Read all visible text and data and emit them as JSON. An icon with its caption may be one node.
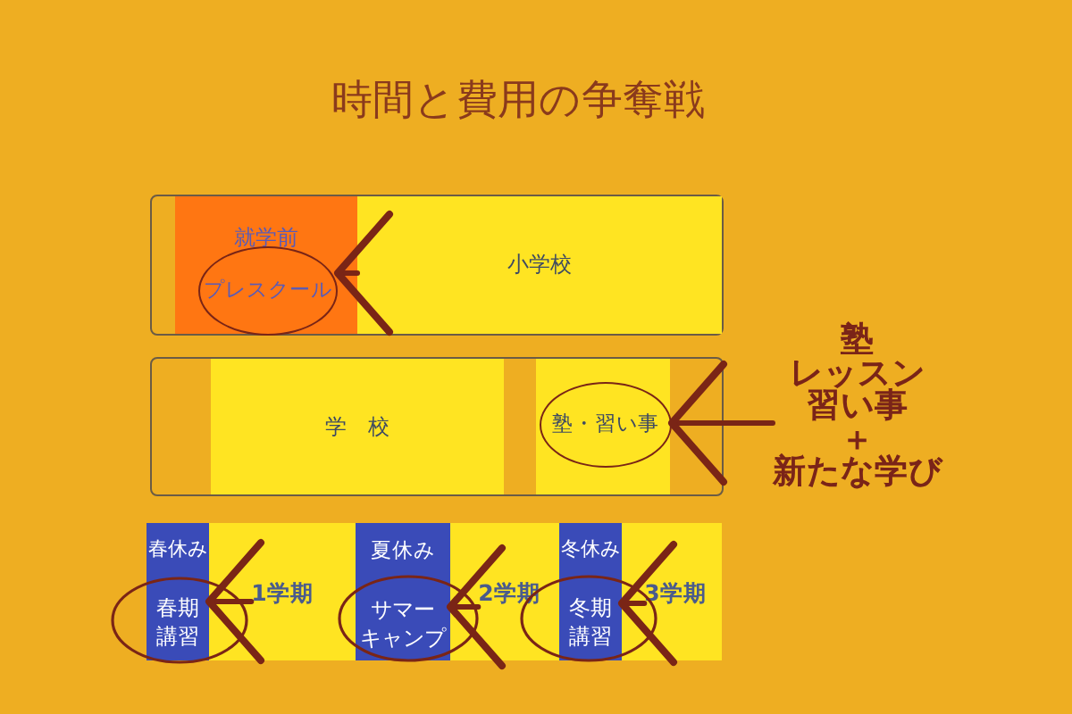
{
  "diagram": {
    "title": "時間と費用の争奪戦",
    "nodes": [
      {
        "text": [],
        "shape": "box"
      },
      {
        "text": [
          "就学前"
        ],
        "in": 0
      },
      {
        "text": [
          "プレスクール"
        ],
        "in": 1
      },
      {
        "text": [
          "小学校"
        ],
        "in": 0
      },
      {
        "text": [],
        "shape": "box"
      },
      {
        "text": [
          "学　校"
        ],
        "in": 4
      },
      {
        "text": [],
        "shape": "box",
        "in": 4
      },
      {
        "text": [
          "塾・習い事"
        ],
        "in": 6
      },
      {
        "text": [
          "塾",
          "レッスン",
          "習い事",
          "＋",
          "新たな学び"
        ]
      },
      {
        "text": [],
        "shape": "bar"
      },
      {
        "text": [
          "春休み",
          "春期講習"
        ],
        "in": 9
      },
      {
        "text": [
          "1学期"
        ],
        "in": 9
      },
      {
        "text": [
          "夏休み",
          "サマーキャンプ"
        ],
        "in": 9
      },
      {
        "text": [
          "2学期"
        ],
        "in": 9
      },
      {
        "text": [
          "冬休み",
          "冬期講習"
        ],
        "in": 9
      },
      {
        "text": [
          "3学期"
        ],
        "in": 9
      }
    ],
    "edges": [
      {
        "from": 3,
        "to": 2,
        "arrow": "to"
      },
      {
        "from": 8,
        "to": 7,
        "arrow": "to"
      },
      {
        "from": 11,
        "to": 10,
        "arrow": "to"
      },
      {
        "from": 13,
        "to": 12,
        "arrow": "to"
      },
      {
        "from": 15,
        "to": 14,
        "arrow": "to"
      }
    ]
  }
}
